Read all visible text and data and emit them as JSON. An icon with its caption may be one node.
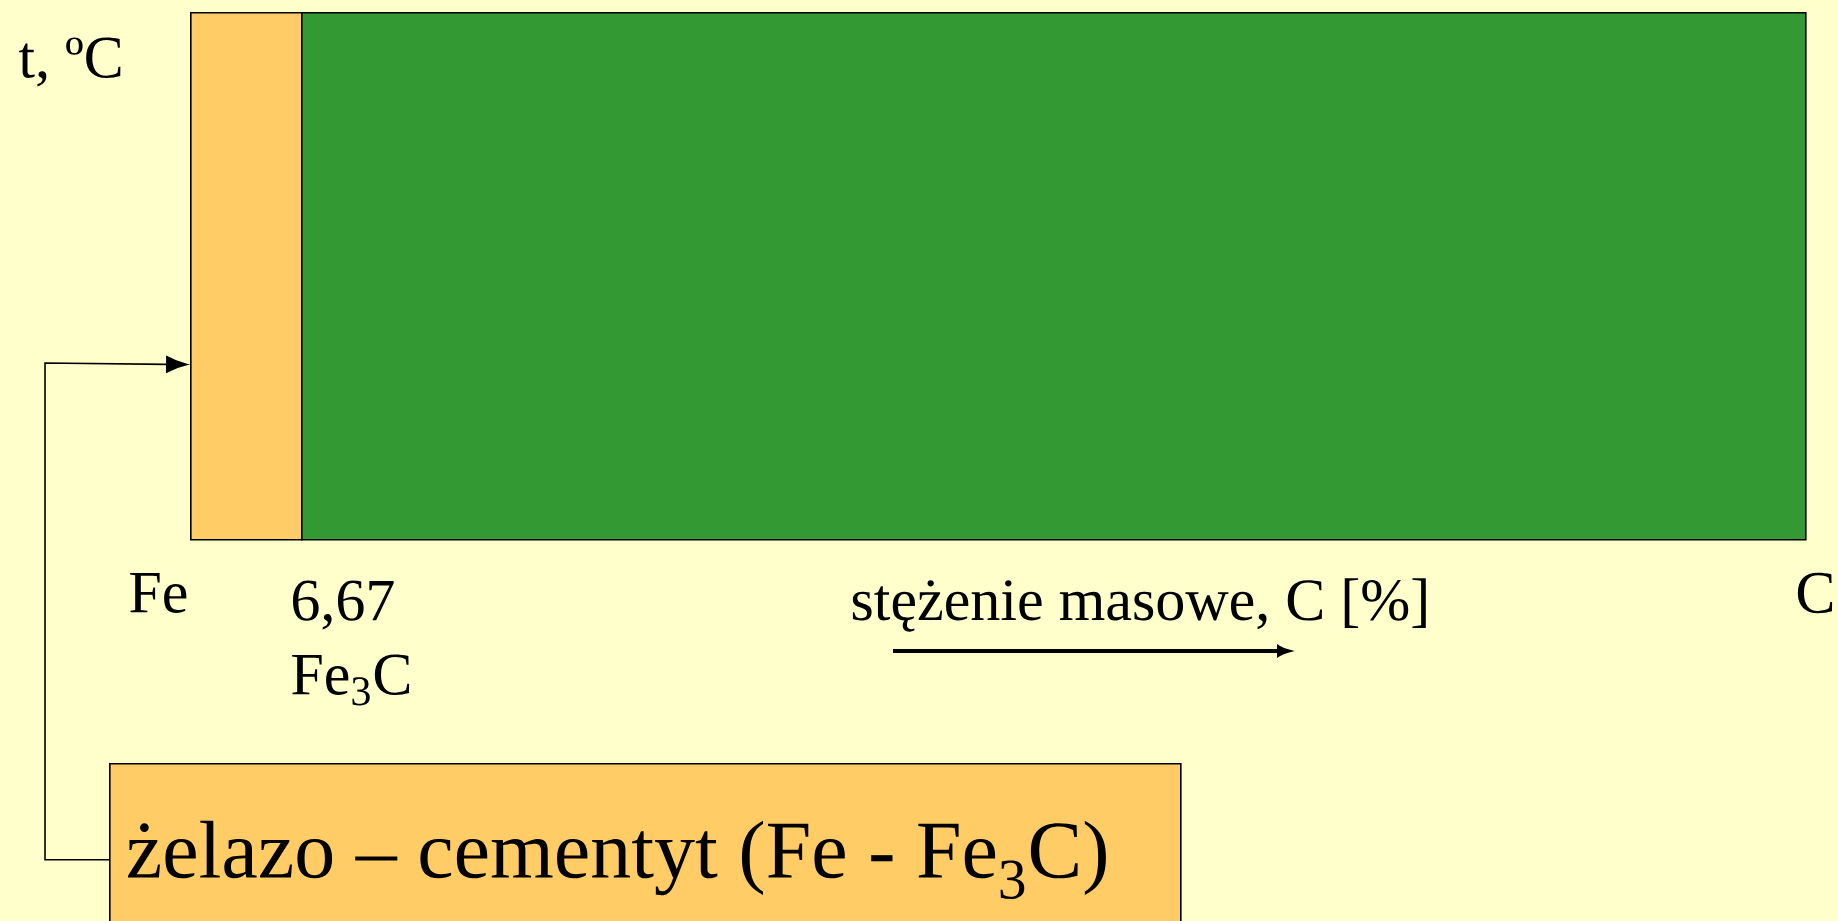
{
  "diagram": {
    "nodes": [
      {
        "text": [],
        "shape": "box"
      },
      {
        "text": [],
        "shape": "box"
      },
      {
        "text": [
          "żelazo – cementyt (Fe - Fe$_{3}$C)"
        ]
      }
    ],
    "edges": [
      {
        "from": 2,
        "to": 0,
        "arrow": "to"
      }
    ],
    "labels": [
      "t, ºC",
      "Fe",
      "6,67",
      "Fe$_{3}$C",
      "stężenie masowe, C [%]",
      "C"
    ]
  }
}
